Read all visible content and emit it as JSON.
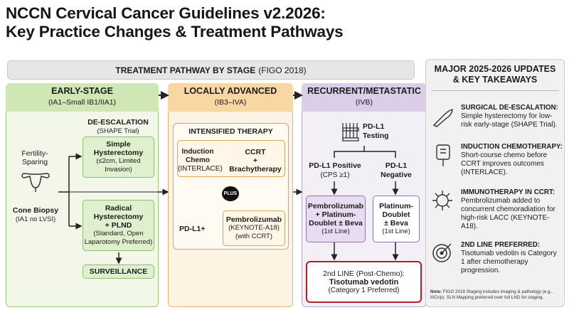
{
  "title_line1": "NCCN Cervical Cancer Guidelines v2.2026:",
  "title_line2": "Key Practice Changes & Treatment Pathways",
  "band": {
    "bold": "TREATMENT PATHWAY BY STAGE",
    "rest": "(FIGO 2018)"
  },
  "early": {
    "title": "EARLY-STAGE",
    "subtitle": "(IA1–Small IB1/IIA1)",
    "fertility": "Fertility-\nSparing",
    "cone": "Cone Biopsy",
    "cone_sub": "(IA1 no LVSI)",
    "deesc_title": "DE-ESCALATION",
    "deesc_sub": "(SHAPE Trial)",
    "simple_title": "Simple\nHysterectomy",
    "simple_sub": "(≤2cm, Limited\nInvasion)",
    "radical_title": "Radical\nHysterectomy\n+ PLND",
    "radical_sub": "(Standard, Open\nLaparotomy Preferred)",
    "surveillance": "SURVEILLANCE"
  },
  "locally": {
    "title": "LOCALLY ADVANCED",
    "subtitle": "(IB3–IVA)",
    "intens_title": "INTENSIFIED THERAPY",
    "induction_title": "Induction\nChemo",
    "induction_sub": "(INTERLACE)",
    "ccrt": "CCRT\n+\nBrachytherapy",
    "plus": "PLUS",
    "pdl1": "PD-L1+",
    "pembro_title": "Pembrolizumab",
    "pembro_sub": "(KEYNOTE-A18)\n(with CCRT)"
  },
  "recurrent": {
    "title": "RECURRENT/METASTATIC",
    "subtitle": "(IVB)",
    "testing": "PD-L1\nTesting",
    "positive": "PD-L1 Positive",
    "positive_sub": "(CPS ≥1)",
    "negative": "PD-L1\nNegative",
    "pos_regimen": "Pembrolizumab\n+ Platinum-\nDoublet ± Beva",
    "pos_line": "(1st Line)",
    "neg_regimen": "Platinum-\nDoublet\n± Beva",
    "neg_line": "(1st Line)",
    "second_title": "2nd LINE (Post-Chemo):",
    "second_drug": "Tisotumab vedotin",
    "second_sub": "(Category 1 Preferred)"
  },
  "updates": {
    "title": "MAJOR 2025-2026 UPDATES\n& KEY TAKEAWAYS",
    "items": [
      {
        "icon": "scalpel-icon",
        "title": "SURGICAL DE-ESCALATION:",
        "text": "Simple hysterectomy for low-risk early-stage (SHAPE Trial)."
      },
      {
        "icon": "iv-bag-icon",
        "title": "INDUCTION CHEMOTHERAPY:",
        "text": "Short-course chemo before CCRT improves outcomes (INTERLACE)."
      },
      {
        "icon": "virus-icon",
        "title": "IMMUNOTHERAPY IN CCRT:",
        "text": "Pembrolizumab added to concurrent chemoradiation for high-risk LACC (KEYNOTE-A18)."
      },
      {
        "icon": "target-icon",
        "title": "2ND LINE PREFERRED:",
        "text": "Tisotumab vedotin is Category 1 after chemotherapy progression."
      }
    ]
  },
  "note_label": "Note:",
  "note": "FIGO 2018 Staging includes imaging & pathology (e.g., IIICr/p). SLN Mapping preferred over full LND for staging.",
  "colors": {
    "green": "#8fbb6f",
    "orange": "#e5b56a",
    "purple": "#8f74ad",
    "red": "#b41f26"
  }
}
